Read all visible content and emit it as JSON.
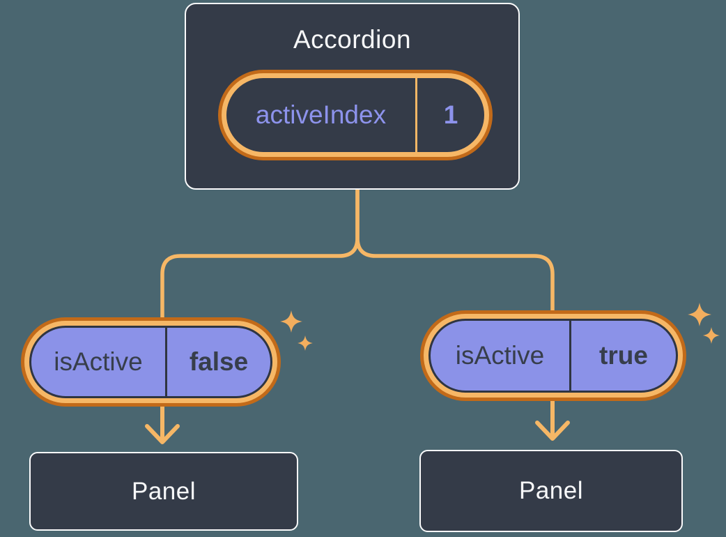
{
  "diagram": {
    "type": "react-component-state-tree",
    "colors": {
      "background": "#4A6670",
      "node_fill": "#343B48",
      "node_border": "#FBFBFC",
      "connector_orange": "#F6B766",
      "ring_orange_light": "#F6B766",
      "ring_orange_dark": "#C26A19",
      "pill_purple": "#8B92E8",
      "pill_dark_text": "#373E4B",
      "state_purple_text": "#8D93EC",
      "title_text": "#F7F8F9"
    },
    "icons": {
      "sparkle": "sparkle-icon"
    }
  },
  "accordion": {
    "title": "Accordion",
    "state": {
      "key": "activeIndex",
      "value": "1"
    }
  },
  "children": [
    {
      "prop": {
        "key": "isActive",
        "value": "false"
      },
      "node": {
        "title": "Panel"
      }
    },
    {
      "prop": {
        "key": "isActive",
        "value": "true"
      },
      "node": {
        "title": "Panel"
      }
    }
  ]
}
